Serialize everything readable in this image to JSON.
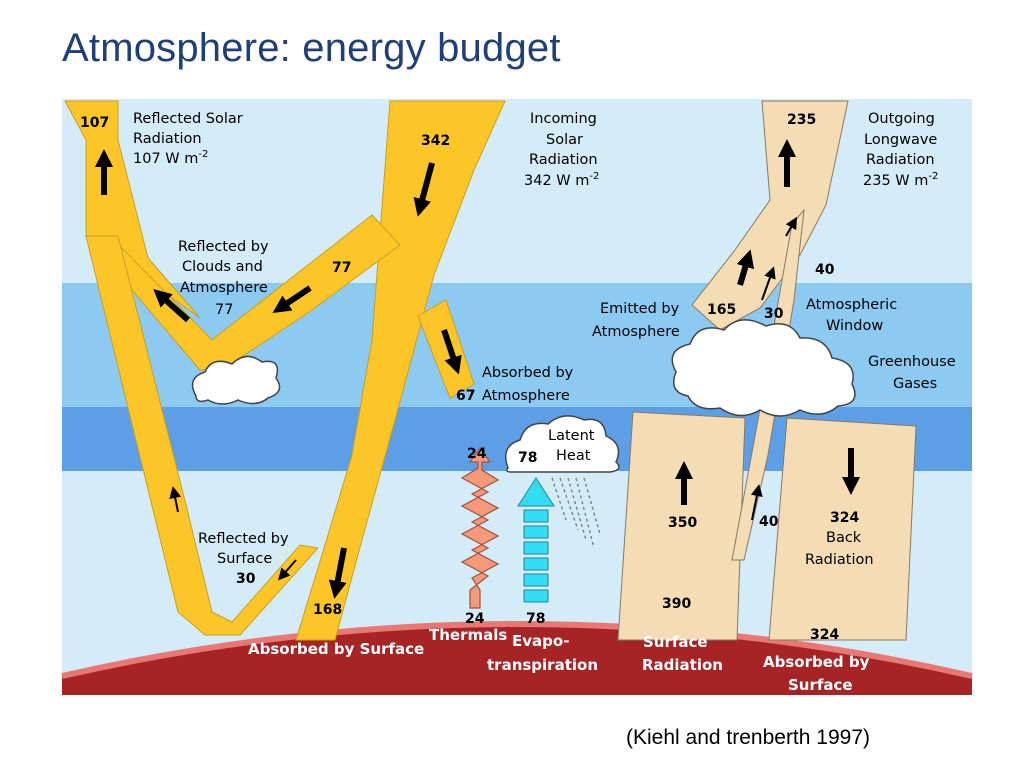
{
  "title": "Atmosphere: energy budget",
  "citation": "(Kiehl and trenberth 1997)",
  "colors": {
    "sky": "#d4ebf8",
    "upper_band": "#8ccaf1",
    "lower_band": "#5d9fe6",
    "solar": "#fcc628",
    "longwave": "#f4dcb5",
    "ground": "#a62426",
    "ground_rim": "#e97774"
  },
  "flows": {
    "reflected_solar": {
      "value": "107",
      "label_1": "Reflected Solar",
      "label_2": "Radiation",
      "unit": "107 W m",
      "exp": "-2"
    },
    "incoming_solar": {
      "value": "342",
      "label_1": "Incoming",
      "label_2": "Solar",
      "label_3": "Radiation",
      "unit": "342 W m",
      "exp": "-2"
    },
    "outgoing_longwave": {
      "value": "235",
      "label_1": "Outgoing",
      "label_2": "Longwave",
      "label_3": "Radiation",
      "unit": "235 W m",
      "exp": "-2"
    },
    "reflected_clouds": {
      "value": "77",
      "label_1": "Reflected by",
      "label_2": "Clouds and",
      "label_3": "Atmosphere",
      "label_4": "77"
    },
    "absorbed_atmosphere": {
      "value": "67",
      "label_1": "Absorbed by",
      "label_2": "Atmosphere"
    },
    "reflected_surface": {
      "value": "30",
      "label_1": "Reflected by",
      "label_2": "Surface",
      "label_3": "30"
    },
    "absorbed_surface_solar": {
      "value": "168",
      "label": "Absorbed by Surface"
    },
    "thermals": {
      "value_top": "24",
      "value_bottom": "24",
      "label": "Thermals"
    },
    "evapotranspiration": {
      "value_top": "78",
      "value_bottom": "78",
      "label_1": "Evapo-",
      "label_2": "transpiration"
    },
    "latent_heat": {
      "label_1": "Latent",
      "label_2": "Heat"
    },
    "emitted_atmosphere": {
      "value": "165",
      "label_1": "Emitted by",
      "label_2": "Atmosphere"
    },
    "atmospheric_window": {
      "value_top": "40",
      "value_mid": "30",
      "value_low": "40",
      "label_1": "Atmospheric",
      "label_2": "Window"
    },
    "greenhouse": {
      "label_1": "Greenhouse",
      "label_2": "Gases"
    },
    "surface_radiation": {
      "value_up": "350",
      "value_total": "390",
      "label_1": "Surface",
      "label_2": "Radiation"
    },
    "back_radiation": {
      "value": "324",
      "value_surface": "324",
      "label_1": "Back",
      "label_2": "Radiation",
      "ground_1": "Absorbed by",
      "ground_2": "Surface"
    }
  }
}
